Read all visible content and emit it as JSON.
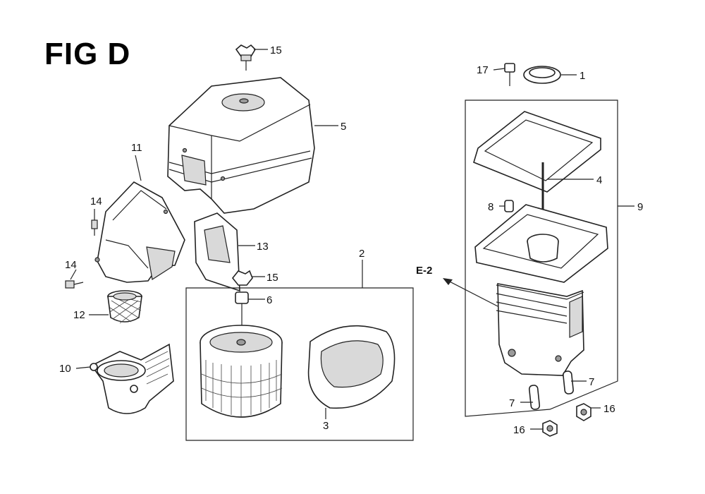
{
  "figure": {
    "title": "FIG D",
    "reference_label": "E-2"
  },
  "callouts": [
    {
      "id": "c1",
      "label": "1"
    },
    {
      "id": "c2",
      "label": "2"
    },
    {
      "id": "c3",
      "label": "3"
    },
    {
      "id": "c4",
      "label": "4"
    },
    {
      "id": "c5",
      "label": "5"
    },
    {
      "id": "c6",
      "label": "6"
    },
    {
      "id": "c7a",
      "label": "7"
    },
    {
      "id": "c7b",
      "label": "7"
    },
    {
      "id": "c8",
      "label": "8"
    },
    {
      "id": "c9",
      "label": "9"
    },
    {
      "id": "c10",
      "label": "10"
    },
    {
      "id": "c11",
      "label": "11"
    },
    {
      "id": "c12",
      "label": "12"
    },
    {
      "id": "c13",
      "label": "13"
    },
    {
      "id": "c14a",
      "label": "14"
    },
    {
      "id": "c14b",
      "label": "14"
    },
    {
      "id": "c15a",
      "label": "15"
    },
    {
      "id": "c15b",
      "label": "15"
    },
    {
      "id": "c16a",
      "label": "16"
    },
    {
      "id": "c16b",
      "label": "16"
    },
    {
      "id": "c17",
      "label": "17"
    }
  ]
}
